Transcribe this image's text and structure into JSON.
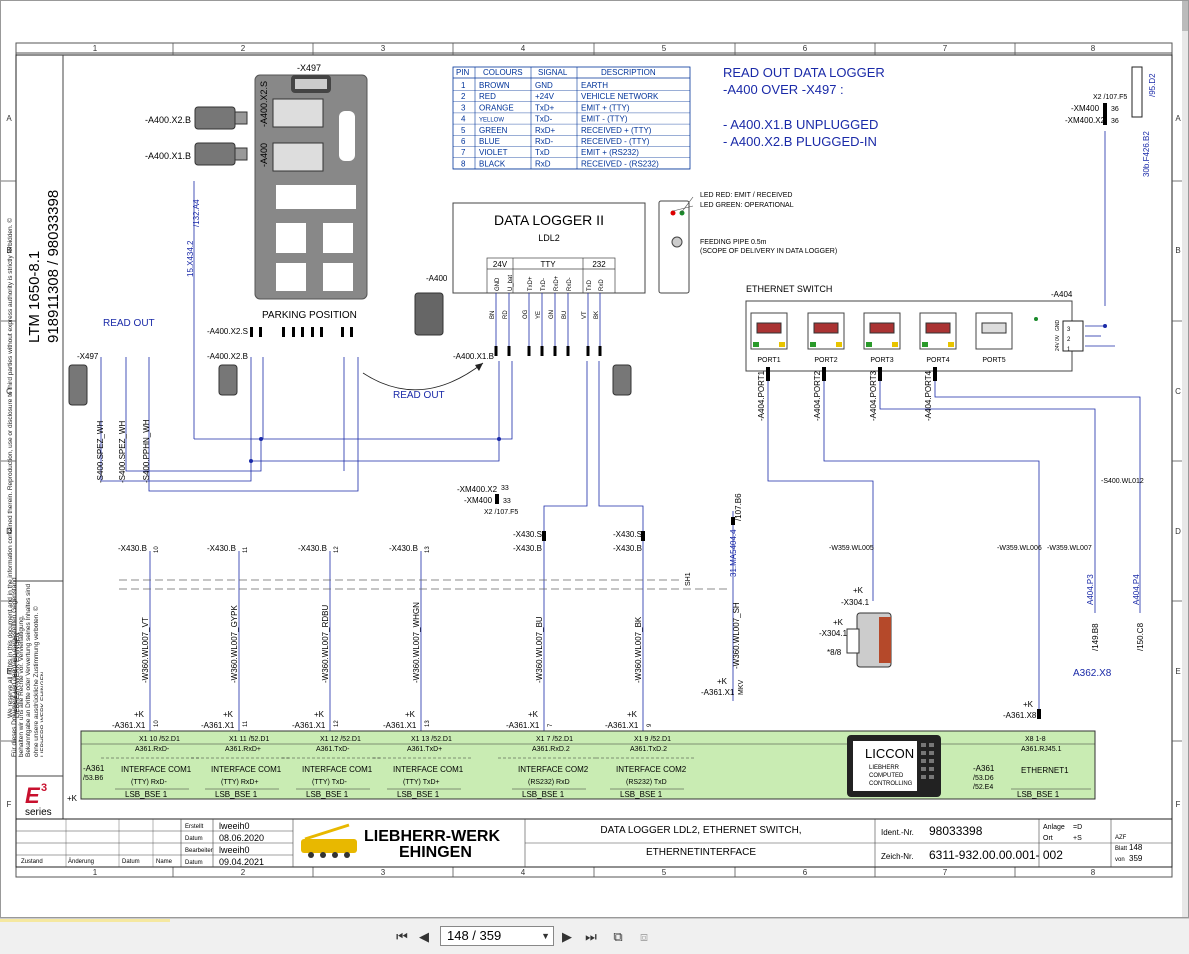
{
  "viewer": {
    "page_current": "148",
    "page_total": "359",
    "page_display": "148 / 359"
  },
  "frame": {
    "columns": [
      "1",
      "2",
      "3",
      "4",
      "5",
      "6",
      "7",
      "8"
    ],
    "rows": [
      "A",
      "B",
      "C",
      "D",
      "E",
      "F"
    ]
  },
  "sidebar": {
    "model": "LTM 1650-8.1",
    "numbers": "918911308  /  98033398",
    "copyright_en": "We reserve all rights in this document and in the information contained therein. Reproduction, use or disclosure to third parties without express authority is strictly forbidden. © LIEBHERR-WERK EHINGEN",
    "copyright_de": "Für dieses Dokument und den darin dargestellten Gegenstand behalten wir uns alle Rechte vor. Vervielfältigung, Bekanntgabe an Dritte oder Verwertung seines Inhaltes sind ohne unsere ausdrückliche Zustimmung verboten. © LIEBHERR-WERK EHINGEN",
    "logo_e3": "E",
    "logo_sup": "3",
    "logo_series": "series"
  },
  "pin_table": {
    "headers": [
      "PIN",
      "COLOURS",
      "SIGNAL",
      "DESCRIPTION"
    ],
    "rows": [
      [
        "1",
        "BROWN",
        "GND",
        "EARTH"
      ],
      [
        "2",
        "RED",
        "+24V",
        "VEHICLE NETWORK"
      ],
      [
        "3",
        "ORANGE",
        "TxD+",
        "EMIT + (TTY)"
      ],
      [
        "4",
        "YELLOW",
        "TxD-",
        "EMIT - (TTY)"
      ],
      [
        "5",
        "GREEN",
        "RxD+",
        "RECEIVED + (TTY)"
      ],
      [
        "6",
        "BLUE",
        "RxD-",
        "RECEIVED - (TTY)"
      ],
      [
        "7",
        "VIOLET",
        "TxD",
        "EMIT + (RS232)"
      ],
      [
        "8",
        "BLACK",
        "RxD",
        "RECEIVED - (RS232)"
      ]
    ]
  },
  "notes": {
    "line1": "READ OUT DATA LOGGER",
    "line2": "-A400 OVER -X497 :",
    "line3": "- A400.X1.B UNPLUGGED",
    "line4": "- A400.X2.B PLUGGED-IN"
  },
  "labels": {
    "x497": "-X497",
    "a400x2s_v": "-A400.X2.S",
    "a400_v": "-A400",
    "a400x2b": "-A400.X2.B",
    "a400x1b": "-A400.X1.B",
    "parking": "PARKING POSITION",
    "read_out": "READ OUT",
    "read_out2": "READ OUT",
    "ref_132": "/132.A4",
    "ref_15x": "15.X434.2",
    "a400x2s_h": "-A400.X2.S",
    "a400x2b_h": "-A400.X2.B",
    "x497_left": "-X497",
    "a400_small": "-A400",
    "a400x1b_h": "-A400.X1.B",
    "s400_1": "-S400.SPEZ_WH",
    "s400_2": "-S400.SPEZ_WH",
    "s400_3": "-S400.PPHN_WH",
    "xm400x2": "-XM400.X2",
    "xm400": "-XM400",
    "x2ref": "X2  /107.F5",
    "n33a": "33",
    "n33b": "33",
    "x2_107": "X2  /107.F5",
    "xm400_r": "-XM400",
    "xm400x2_r": "-XM400.X2",
    "n36a": "36",
    "n36b": "36",
    "ref_95d2": "/95.D2",
    "ref_30b": "30b.F426.B2",
    "a404": "-A404",
    "a404_pins": [
      "GND",
      "0V",
      "24V"
    ],
    "a404_pinnums": [
      "3",
      "2",
      "1"
    ]
  },
  "data_logger": {
    "title": "DATA LOGGER  II",
    "sub": "LDL2",
    "groups": [
      "24V",
      "TTY",
      "232"
    ],
    "pins": [
      "GND",
      "U_bat",
      "TxD+",
      "TxD-",
      "RxD+",
      "RxD-",
      "TxD",
      "RxD"
    ],
    "wire_colors": [
      "BN",
      "RD",
      "OG",
      "YE",
      "GN",
      "BU",
      "VT",
      "BK"
    ],
    "led_red": "LED RED: EMIT / RECEIVED",
    "led_green": "LED GREEN: OPERATIONAL",
    "feed1": "FEEDING PIPE 0.5m",
    "feed2": "(SCOPE OF DELIVERY IN DATA LOGGER)"
  },
  "switch": {
    "title": "ETHERNET SWITCH",
    "ports": [
      "PORT1",
      "PORT2",
      "PORT3",
      "PORT4",
      "PORT5"
    ],
    "port_wires": [
      "-A404.PORT1",
      "-A404.PORT2",
      "-A404.PORT3",
      "-A404.PORT4"
    ]
  },
  "wires": {
    "x430": [
      "-X430.B",
      "-X430.B",
      "-X430.B",
      "-X430.B"
    ],
    "x430_nums": [
      "10",
      "11",
      "12",
      "13"
    ],
    "x430s1": "-X430.S",
    "x430b5": "-X430.B",
    "x430s2": "-X430.S",
    "x430b6": "-X430.B",
    "w360": [
      "-W360.WL007_VT",
      "-W360.WL007_GYPK",
      "-W360.WL007_RDBU",
      "-W360.WL007_WHGN",
      "-W360.WL007_BU",
      "-W360.WL007_BK"
    ],
    "w360_sh": "-W360.WL007_SH",
    "sh": "SH1",
    "ma5404": "31.MA5404.4",
    "ref107b6": "/107.B6",
    "w359_005": "-W359.WL005",
    "w359_006": "-W359.WL006",
    "w359_007": "-W359.WL007",
    "s400wl012": "-S400.WL012",
    "x304_1": "-X304.1",
    "x304_2": "-X304.1",
    "pk1": "+K",
    "pk2": "+K",
    "n88": "*8/8",
    "a404p3": "A404.P3",
    "a404p4": "A404.P4",
    "ref149": "/149.B8",
    "ref150": "/150.C8",
    "a362": "A362.X8",
    "a361x8": "-A361.X8",
    "pk3": "+K",
    "a361x1_sh": "-A361.X1",
    "pk_sh": "+K",
    "mkv": "MKV"
  },
  "interface_strip": {
    "a361_x1": [
      "-A361.X1",
      "-A361.X1",
      "-A361.X1",
      "-A361.X1",
      "-A361.X1",
      "-A361.X1"
    ],
    "pk": "+K",
    "a361_x1_nums": [
      "10",
      "11",
      "12",
      "13",
      "7",
      "9"
    ],
    "cells": [
      {
        "pin": "X1 10  /52.D1",
        "sig": "A361.RxD-",
        "name1": "INTERFACE COM1",
        "name2": "(TTY) RxD-",
        "bus": "LSB_BSE 1"
      },
      {
        "pin": "X1 11  /52.D1",
        "sig": "A361.RxD+",
        "name1": "INTERFACE COM1",
        "name2": "(TTY) RxD+",
        "bus": "LSB_BSE 1"
      },
      {
        "pin": "X1 12  /52.D1",
        "sig": "A361.TxD-",
        "name1": "INTERFACE COM1",
        "name2": "(TTY) TxD-",
        "bus": "LSB_BSE 1"
      },
      {
        "pin": "X1 13  /52.D1",
        "sig": "A361.TxD+",
        "name1": "INTERFACE COM1",
        "name2": "(TTY) TxD+",
        "bus": "LSB_BSE 1"
      },
      {
        "pin": "X1 7  /52.D1",
        "sig": "A361.RxD.2",
        "name1": "INTERFACE COM2",
        "name2": "(RS232) RxD",
        "bus": "LSB_BSE 1"
      },
      {
        "pin": "X1 9  /52.D1",
        "sig": "A361.TxD.2",
        "name1": "INTERFACE COM2",
        "name2": "(RS232) TxD",
        "bus": "LSB_BSE 1"
      }
    ],
    "left_a361": "-A361",
    "left_ref": "/53.B6",
    "left_k": "+K",
    "liccon": "LICCON",
    "liccon_sub": [
      "LIEBHERR",
      "COMPUTED",
      "CONTROLLING"
    ],
    "right_pin": "X8  1-8",
    "right_sig": "A361.RJ45.1",
    "right_a361": "-A361",
    "right_ref1": "/53.D6",
    "right_ref2": "/52.E4",
    "right_name": "ETHERNET1",
    "right_bus": "LSB_BSE 1"
  },
  "title_block": {
    "rows": [
      {
        "k": "Erstellt",
        "v": "lweeih0"
      },
      {
        "k": "Datum",
        "v": "08.06.2020"
      },
      {
        "k": "Bearbeiter",
        "v": "lweeih0"
      },
      {
        "k": "Datum",
        "v": "09.04.2021"
      }
    ],
    "cols": [
      "Zustand",
      "Änderung",
      "Datum",
      "Name"
    ],
    "company1": "LIEBHERR-WERK",
    "company2": "EHINGEN",
    "desc1": "DATA LOGGER LDL2, ETHERNET SWITCH,",
    "desc2": "ETHERNETINTERFACE",
    "ident_label": "Ident.-Nr.",
    "ident": "98033398",
    "zeich_label": "Zeich-Nr.",
    "zeich": "6311-932.00.00.001- 002",
    "anlage_k": "Anlage",
    "anlage_v": "=D",
    "ort_k": "Ort",
    "ort_v": "+S",
    "azf": "AZF",
    "blatt_k": "Blatt",
    "blatt_v": "148",
    "von_k": "von",
    "von_v": "359"
  }
}
